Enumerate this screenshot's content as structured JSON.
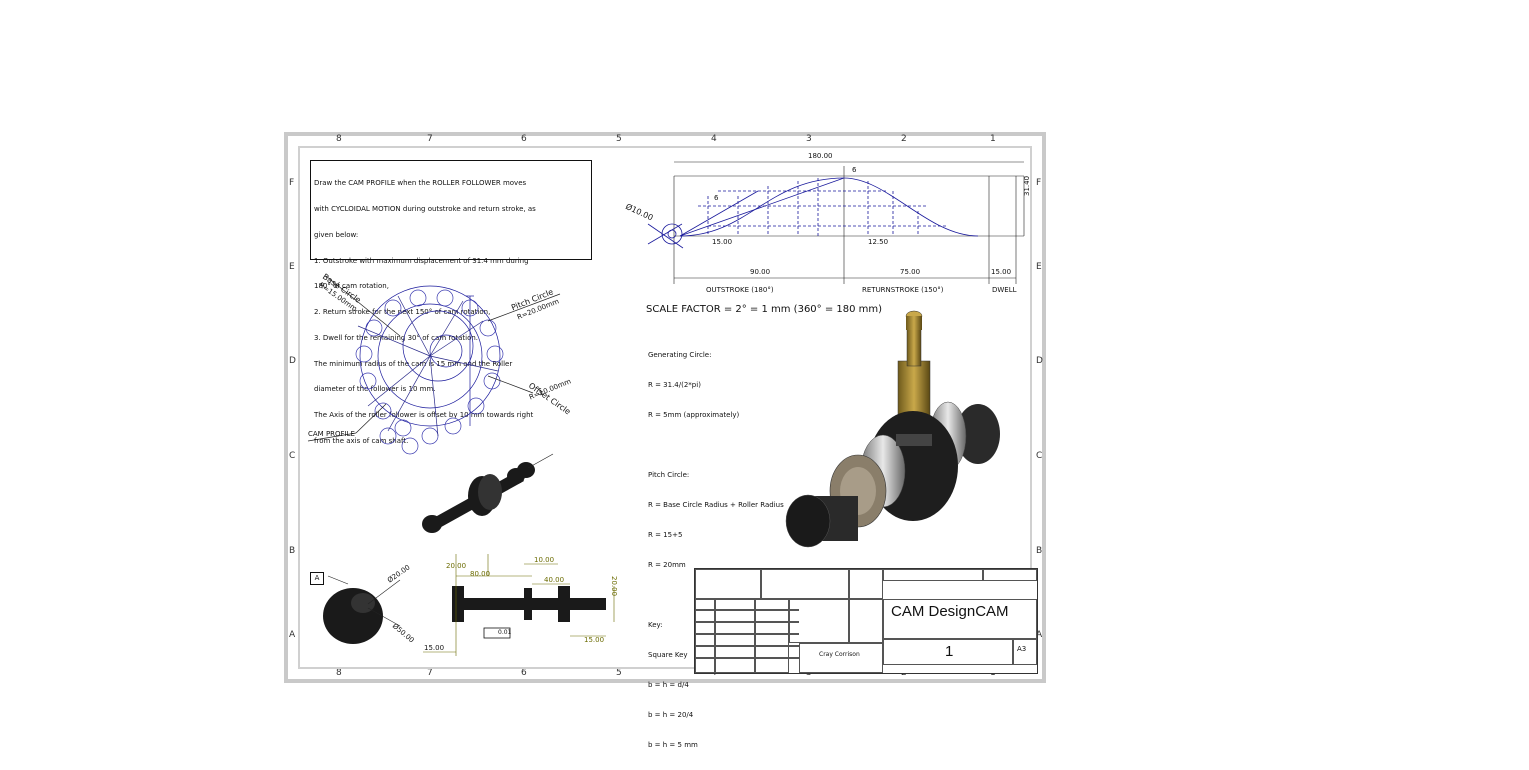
{
  "sheet": {
    "col_labels": [
      "8",
      "7",
      "6",
      "5",
      "4",
      "3",
      "2",
      "1"
    ],
    "row_labels": [
      "F",
      "E",
      "D",
      "C",
      "B",
      "A"
    ]
  },
  "problem_text": [
    "Draw the CAM PROFILE when the ROLLER FOLLOWER moves",
    "with CYCLOIDAL MOTION during outstroke and return stroke, as",
    "given below:",
    "1. Outstroke with maximum displacement of 31.4 mm during",
    "180° of cam rotation,",
    "2. Return stroke for the next 150° of cam rotation,",
    "3. Dwell for the remaining 30° of cam rotation.",
    "The minimum radius of the cam is 15 mm and the Roller",
    "diameter of the follower is 10 mm.",
    "The Axis of the roller follower is offset by 10 mm towards right",
    "from the axis of cam shaft."
  ],
  "cam_profile": {
    "base_circle": "Base Circle",
    "base_r": "R=15.00mm",
    "pitch_circle": "Pitch Circle",
    "pitch_r": "R=20.00mm",
    "offset_circle": "Offset Circle",
    "offset_r": "R=10.00mm",
    "cam_profile_label": "CAM PROFILE"
  },
  "displacement": {
    "total": "180.00",
    "max": "31.40",
    "dia": "Ø10.00",
    "val15": "15.00",
    "val12": "12.50",
    "seg1": "90.00",
    "seg2": "75.00",
    "seg3": "15.00",
    "outstroke": "OUTSTROKE (180°)",
    "returnstroke": "RETURNSTROKE (150°)",
    "dwell": "DWELL",
    "s6": "6"
  },
  "notes": {
    "scale": "SCALE FACTOR = 2° = 1 mm (360° = 180 mm)",
    "gen_title": "Generating Circle:",
    "gen1": "R = 31.4/(2*pi)",
    "gen2": "R = 5mm (approximately)",
    "pitch_title": "Pitch Circle:",
    "pitch1": "R = Base Circle Radius + Roller Radius",
    "pitch2": "R = 15+5",
    "pitch3": "R = 20mm",
    "key_title": "Key:",
    "key1": "Square Key",
    "key2": "b = h = d/4",
    "key3": "b = h = 20/4",
    "key4": "b = h = 5 mm"
  },
  "cam_view": {
    "datum": "A",
    "d20": "Ø20.00",
    "d50": "Ø50.00",
    "tol": "0.01"
  },
  "shaft_view": {
    "d20a": "20.00",
    "d80": "80.00",
    "d10": "10.00",
    "d40": "40.00",
    "d20v": "20.00",
    "d15a": "15.00",
    "d15b": "15.00"
  },
  "title_block": {
    "title": "CAM DesignCAM",
    "sheet": "1",
    "size": "A3",
    "drawn_by": "Cray Corrison"
  }
}
